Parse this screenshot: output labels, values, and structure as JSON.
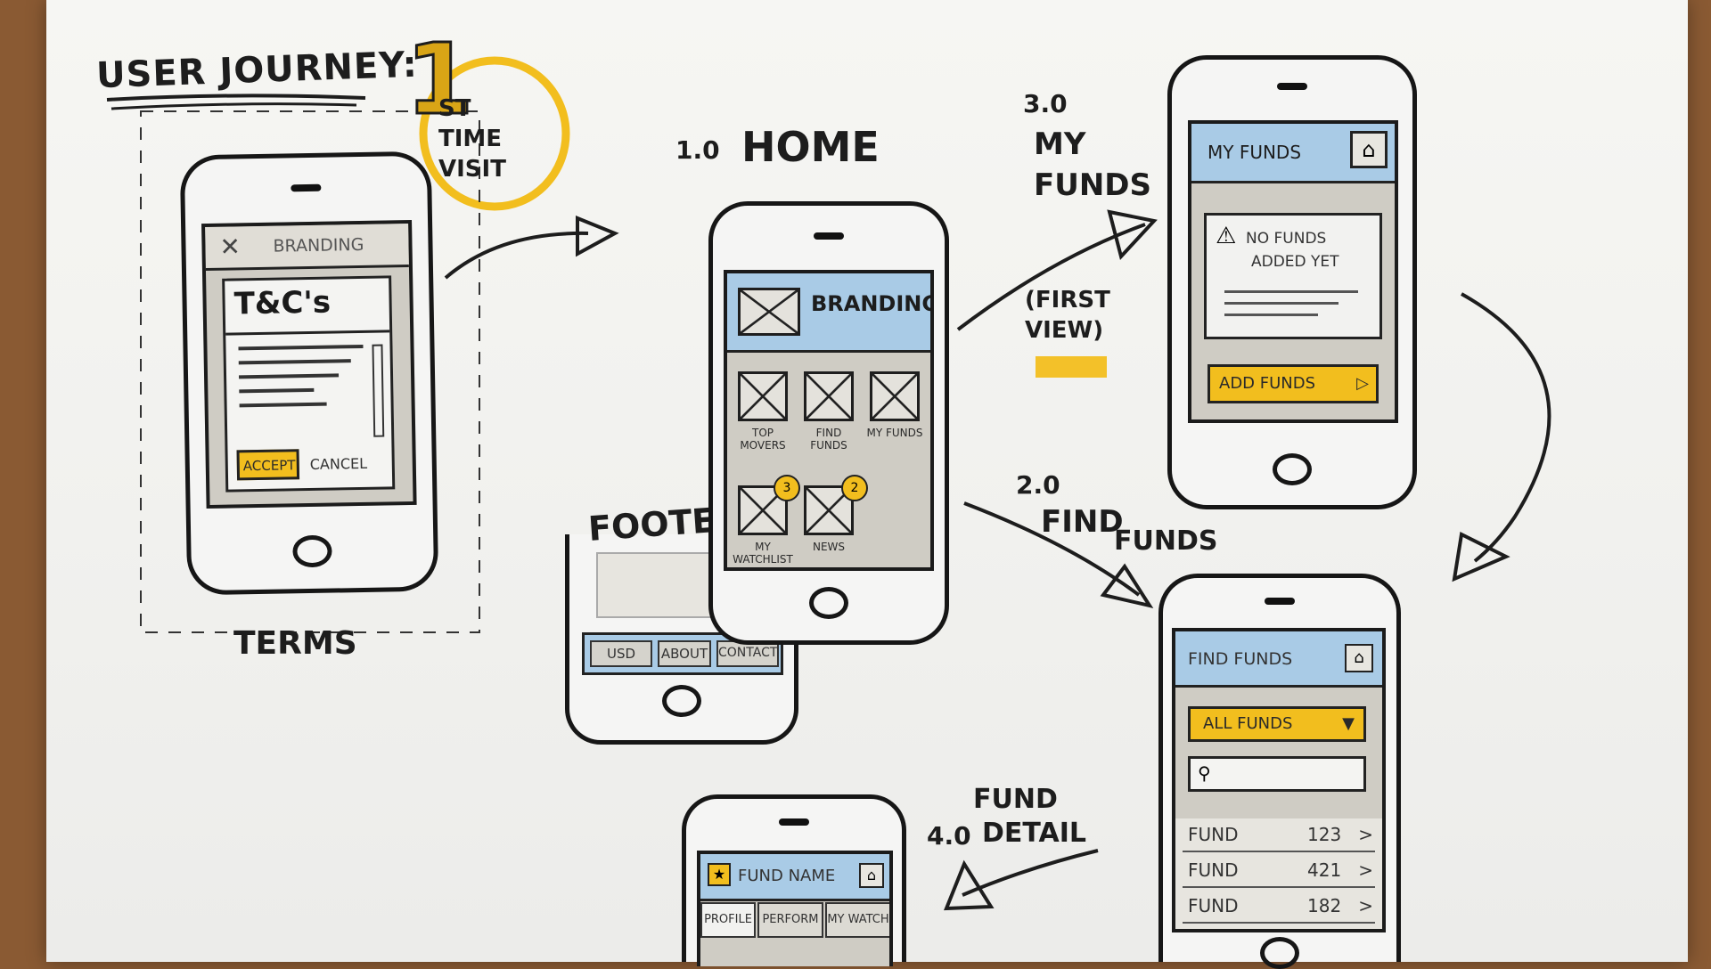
{
  "title": "USER JOURNEY:",
  "journey_number": "1",
  "visit_label": "ST TIME VISIT",
  "terms": {
    "caption": "TERMS",
    "branding": "BRANDING",
    "tc_title": "T&C's",
    "accept": "ACCEPT",
    "cancel": "CANCEL"
  },
  "home": {
    "step": "1.0",
    "title": "HOME",
    "branding": "BRANDING",
    "tiles": [
      {
        "label": "TOP MOVERS",
        "badge": ""
      },
      {
        "label": "FIND FUNDS",
        "badge": ""
      },
      {
        "label": "MY FUNDS",
        "badge": ""
      },
      {
        "label": "MY WATCHLIST",
        "badge": "3"
      },
      {
        "label": "NEWS",
        "badge": "2"
      }
    ]
  },
  "footer": {
    "label": "FOOTER",
    "buttons": [
      "USD",
      "ABOUT",
      "CONTACT"
    ]
  },
  "my_funds": {
    "step": "3.0",
    "title_line1": "MY",
    "title_line2": "FUNDS",
    "note": "(FIRST VIEW)",
    "header": "MY FUNDS",
    "empty_msg_line1": "NO FUNDS",
    "empty_msg_line2": "ADDED YET",
    "add_button": "ADD FUNDS"
  },
  "find_funds": {
    "step": "2.0",
    "title_line1": "FIND",
    "title_line2": "FUNDS",
    "header": "FIND FUNDS",
    "dropdown": "ALL FUNDS",
    "search_icon": "search-icon",
    "rows": [
      {
        "name": "FUND",
        "num": "123"
      },
      {
        "name": "FUND",
        "num": "421"
      },
      {
        "name": "FUND",
        "num": "182"
      }
    ]
  },
  "fund_detail": {
    "step": "4.0",
    "title_line1": "FUND",
    "title_line2": "DETAIL",
    "header": "FUND NAME",
    "tabs": [
      "PROFILE",
      "PERFORM",
      "MY WATCH"
    ]
  },
  "colors": {
    "accent_yellow": "#f2be1e",
    "header_blue": "#a9cbe6",
    "screen_grey": "#cfccc4",
    "ink": "#1d1d1d"
  }
}
